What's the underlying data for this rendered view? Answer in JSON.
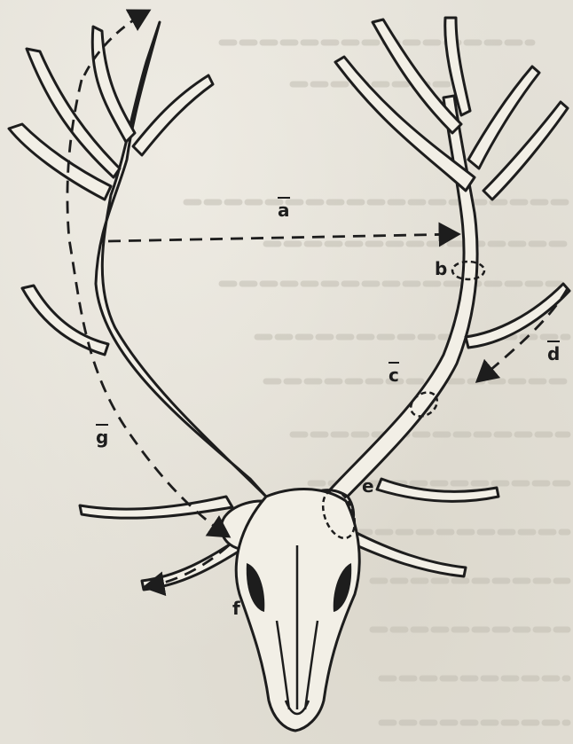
{
  "figure": {
    "labels": {
      "a": "a",
      "b": "b",
      "c": "c",
      "d": "d",
      "e": "e",
      "f": "f",
      "g": "g"
    },
    "colors": {
      "ink": "#1d1d1d",
      "paper": "#e4e1d8",
      "bleed_text": "#b9b5ab"
    }
  }
}
